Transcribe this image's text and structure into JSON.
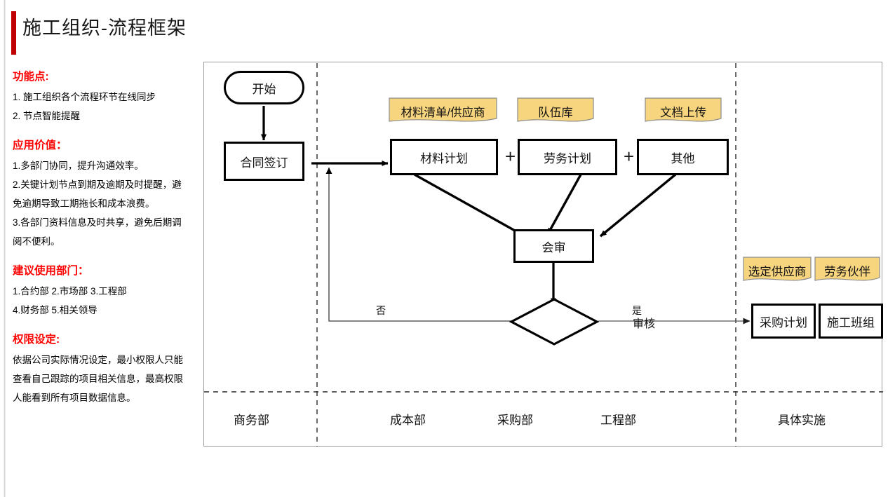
{
  "header": {
    "title": "施工组织-流程框架",
    "accent_color": "#C00000"
  },
  "info_panel": {
    "blocks": [
      {
        "heading": "功能点:",
        "lines": [
          "1. 施工组织各个流程环节在线同步",
          "2. 节点智能提醒"
        ]
      },
      {
        "heading": "应用价值：",
        "lines": [
          "1.多部门协同，提升沟通效率。",
          "2.关键计划节点到期及逾期及时提醒，避",
          "免逾期导致工期拖长和成本浪费。",
          "3.各部门资料信息及时共享，避免后期调",
          "阅不便利。"
        ]
      },
      {
        "heading": "建议使用部门：",
        "lines": [
          "1.合约部 2.市场部 3.工程部",
          "4.财务部 5.相关领导"
        ]
      },
      {
        "heading": "权限设定:",
        "lines": [
          "依据公司实际情况设定，最小权限人只能",
          "查看自己跟踪的项目相关信息，最高权限",
          "人能看到所有项目数据信息。"
        ]
      }
    ],
    "heading_color": "#FF0000"
  },
  "diagram": {
    "note_fill": "#F7D57E",
    "note_stroke": "#8c8c8c",
    "nodes": {
      "start": "开始",
      "contract": "合同签订",
      "material_plan": "材料计划",
      "labor_plan": "劳务计划",
      "other": "其他",
      "joint_review": "会审",
      "approve": "审核",
      "purchase_plan": "采购计划",
      "work_team": "施工班组"
    },
    "notes": {
      "material_list": "材料清单/供应商",
      "team_library": "队伍库",
      "doc_upload": "文档上传",
      "select_supplier": "选定供应商",
      "labor_partner": "劳务伙伴"
    },
    "operators": {
      "plus1": "+",
      "plus2": "+"
    },
    "edge_labels": {
      "no": "否",
      "yes": "是"
    },
    "lanes": [
      "商务部",
      "成本部",
      "采购部",
      "工程部",
      "具体实施"
    ]
  }
}
